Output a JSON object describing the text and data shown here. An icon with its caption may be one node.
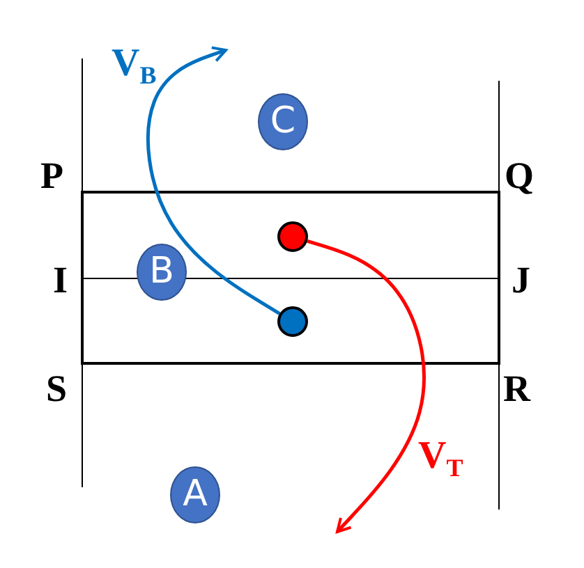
{
  "diagram": {
    "nodes": [
      {
        "text": [
          "C"
        ]
      },
      {
        "text": [],
        "shape": "circle"
      },
      {
        "text": [
          "B"
        ]
      },
      {
        "text": [],
        "shape": "circle"
      },
      {
        "text": [
          "A"
        ]
      }
    ],
    "edges": [
      {
        "from": 3,
        "to": null,
        "arrow": "to",
        "label": "V$_{B}$",
        "color": "#0070c0"
      },
      {
        "from": 1,
        "to": null,
        "arrow": "to",
        "label": "V$_{T}$",
        "color": "#ff0000"
      }
    ],
    "labels": [
      "P",
      "Q",
      "I",
      "J",
      "S",
      "R"
    ]
  }
}
